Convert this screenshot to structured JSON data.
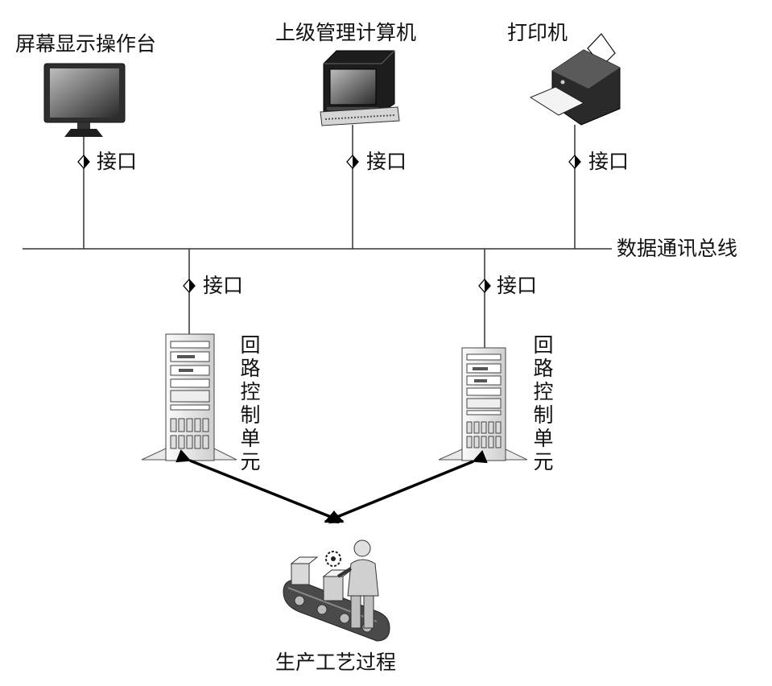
{
  "labels": {
    "display_console": "屏幕显示操作台",
    "supervisory_computer": "上级管理计算机",
    "printer": "打印机",
    "bus": "数据通讯总线",
    "interface": "接口",
    "loop_control_unit": "回路控制单元",
    "production_process": "生产工艺过程"
  },
  "icons": {
    "monitor": "monitor-icon",
    "computer": "computer-icon",
    "printer": "printer-icon",
    "server": "server-tower-icon",
    "process": "factory-process-icon"
  }
}
